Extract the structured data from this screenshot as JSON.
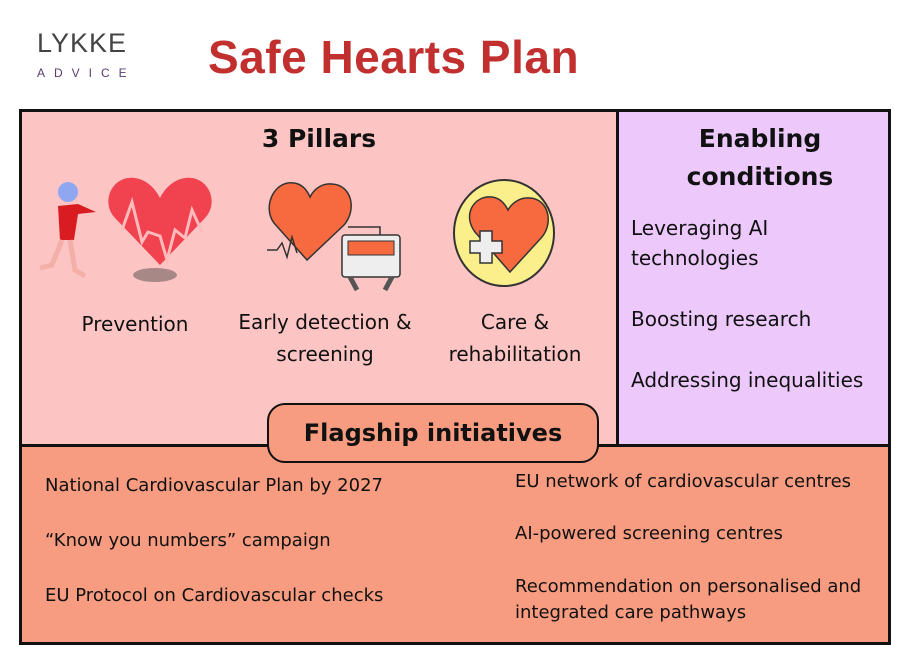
{
  "logo": {
    "line1": "LYKKE",
    "line2": "ADVICE"
  },
  "title": "Safe Hearts Plan",
  "pillars": {
    "heading": "3 Pillars",
    "items": [
      {
        "label": "Prevention"
      },
      {
        "label": "Early detection & screening"
      },
      {
        "label": "Care & rehabilitation"
      }
    ]
  },
  "enabling": {
    "heading": "Enabling conditions",
    "items": [
      "Leveraging AI technologies",
      "Boosting research",
      "Addressing inequalities"
    ]
  },
  "flagship": {
    "heading": "Flagship initiatives",
    "left": [
      "National Cardiovascular Plan by 2027",
      "“Know you numbers” campaign",
      "EU Protocol on Cardiovascular checks"
    ],
    "right": [
      "EU network of cardiovascular centres",
      "AI-powered screening centres",
      "Recommendation on personalised and integrated care pathways"
    ]
  }
}
